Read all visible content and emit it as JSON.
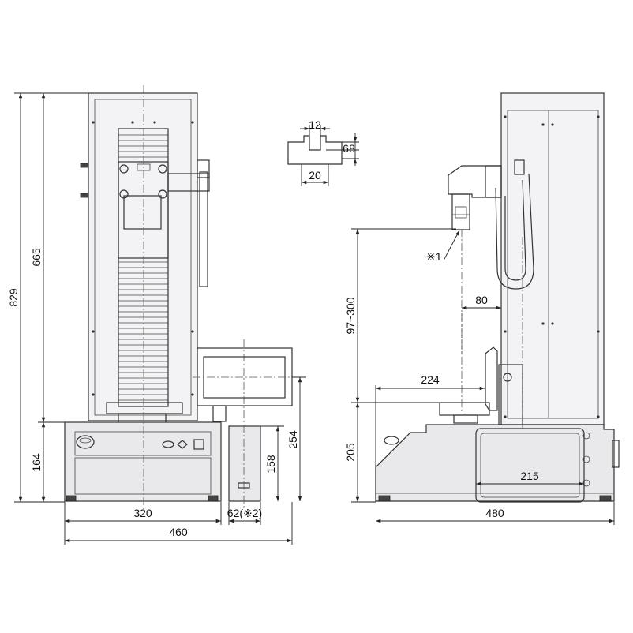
{
  "front_view": {
    "dim_overall_height": "829",
    "dim_column_height": "665",
    "dim_base_height": "164",
    "dim_base_width": "320",
    "dim_unit_width": "62(※2)",
    "dim_total_width": "460",
    "dim_box_height": "158",
    "dim_display_height": "254"
  },
  "slot_detail": {
    "dim_slot_width": "12",
    "dim_slot_depth_a": "6",
    "dim_slot_depth_b": "8",
    "dim_slot_bottom": "20"
  },
  "side_view": {
    "note_label": "※1",
    "dim_stroke": "97~300",
    "dim_throat": "80",
    "dim_table_reach": "224",
    "dim_base_height": "205",
    "dim_panel_width": "215",
    "dim_total_depth": "480"
  },
  "colors": {
    "body": "#e9e9ec",
    "column": "#f3f3f5",
    "line": "#333333"
  }
}
